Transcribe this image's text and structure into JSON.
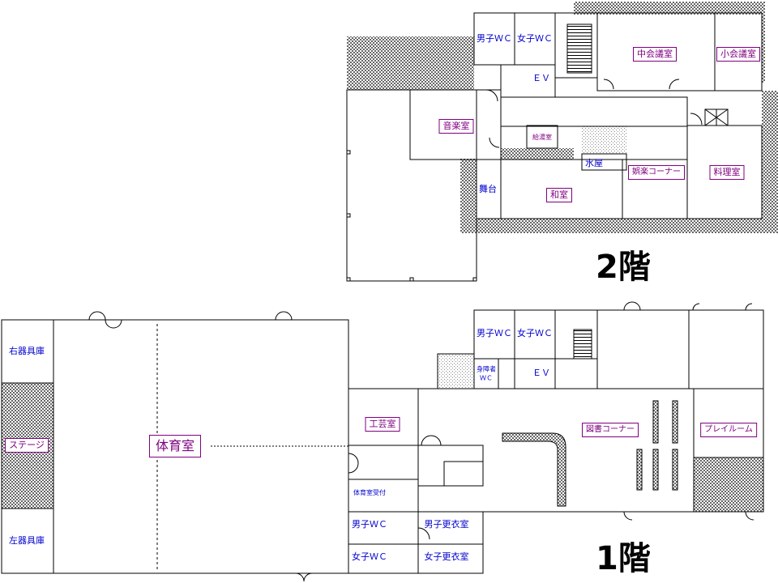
{
  "floors": {
    "second": {
      "title": "2階",
      "rooms": {
        "mens_wc": "男子ＷＣ",
        "womens_wc": "女子ＷＣ",
        "ev": "ＥＶ",
        "middle_meeting": "中会議室",
        "small_meeting": "小会議室",
        "music": "音楽室",
        "kyutoshitsu": "給湯室",
        "water_room": "水屋",
        "recreation": "娯楽コーナー",
        "cooking": "料理室",
        "stage_butai": "舞台",
        "japanese_room": "和室"
      }
    },
    "first": {
      "title": "1階",
      "rooms": {
        "right_equipment": "右器具庫",
        "stage": "ステージ",
        "left_equipment": "左器具庫",
        "gym": "体育室",
        "crafts": "工芸室",
        "mens_wc": "男子ＷＣ",
        "womens_wc": "女子ＷＣ",
        "accessible_wc_1": "身障者",
        "accessible_wc_2": "ＷＣ",
        "ev": "ＥＶ",
        "library": "図書コーナー",
        "playroom": "プレイルーム",
        "gym_reception": "体育室受付",
        "mens_wc_2": "男子ＷＣ",
        "womens_wc_2": "女子ＷＣ",
        "mens_changing": "男子更衣室",
        "womens_changing": "女子更衣室"
      }
    }
  },
  "colors": {
    "wall": "#000000",
    "label_blue": "#0000cc",
    "label_purple": "#800080",
    "hatch": "#555555"
  }
}
